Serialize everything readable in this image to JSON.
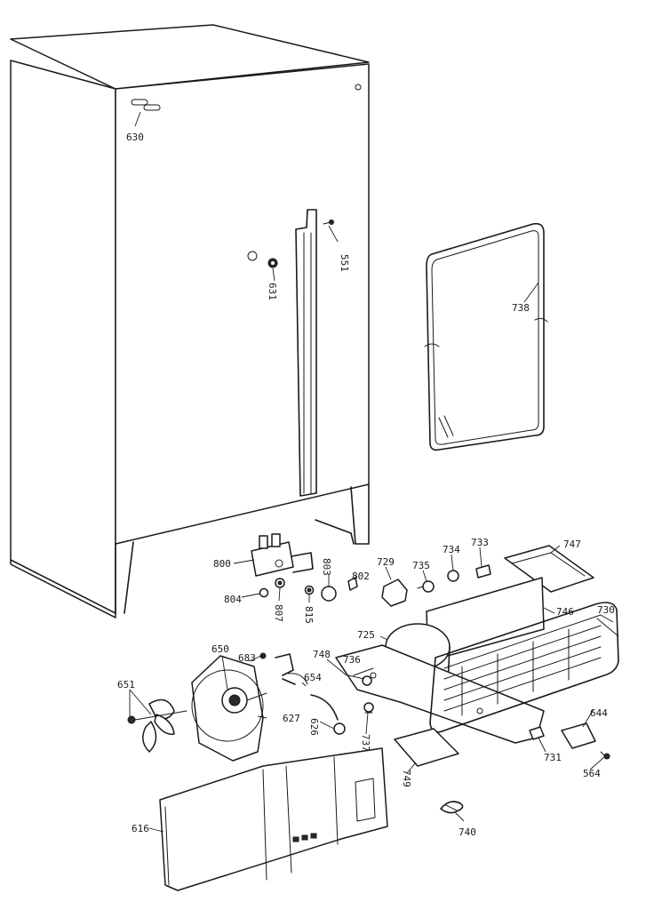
{
  "labels": {
    "p630": "630",
    "p551": "551",
    "p631": "631",
    "p738": "738",
    "p800": "800",
    "p804": "804",
    "p807": "807",
    "p803": "803",
    "p815": "815",
    "p802": "802",
    "p729": "729",
    "p735": "735",
    "p734": "734",
    "p733": "733",
    "p747": "747",
    "p746": "746",
    "p725": "725",
    "p730": "730",
    "p683": "683",
    "p650": "650",
    "p748": "748",
    "p736": "736",
    "p651": "651",
    "p654": "654",
    "p627": "627",
    "p626": "626",
    "p737": "737",
    "p644": "644",
    "p731": "731",
    "p564": "564",
    "p749": "749",
    "p616": "616",
    "p740": "740"
  }
}
